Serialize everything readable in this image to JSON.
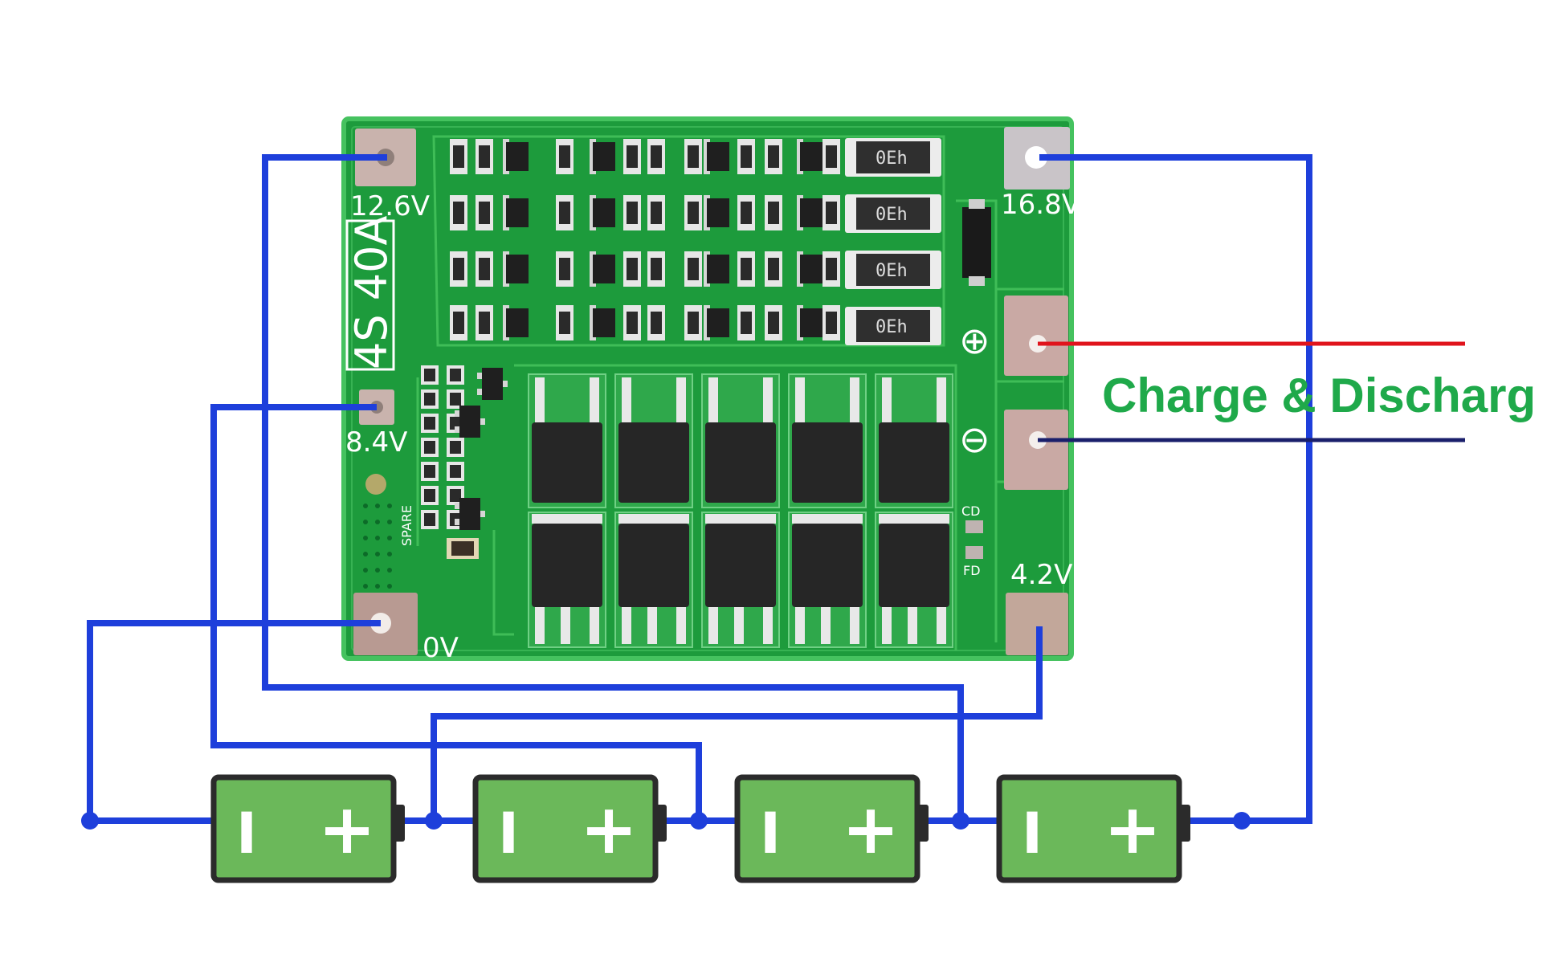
{
  "board": {
    "model": "4S 40A",
    "pads": {
      "v126": "12.6V",
      "v84": "8.4V",
      "v0": "0V",
      "v168": "16.8V",
      "v42": "4.2V"
    },
    "resistor_marking": "0Eh",
    "spare_label": "SPARE",
    "cd_label": "CD",
    "fd_label": "FD",
    "plus_symbol": "⊕",
    "minus_symbol": "⊖"
  },
  "caption": "Charge & Discharg",
  "battery": {
    "minus_sign": "I",
    "plus_sign": "+",
    "count": 4
  },
  "colors": {
    "wire": "#1e3fdb",
    "positive_lead": "#e0141c",
    "negative_lead": "#1a1f6b",
    "caption": "#1fa94a",
    "pcb": "#1d9b3c",
    "battery_fill": "#6bb85a",
    "battery_outline": "#2b2b2b"
  }
}
